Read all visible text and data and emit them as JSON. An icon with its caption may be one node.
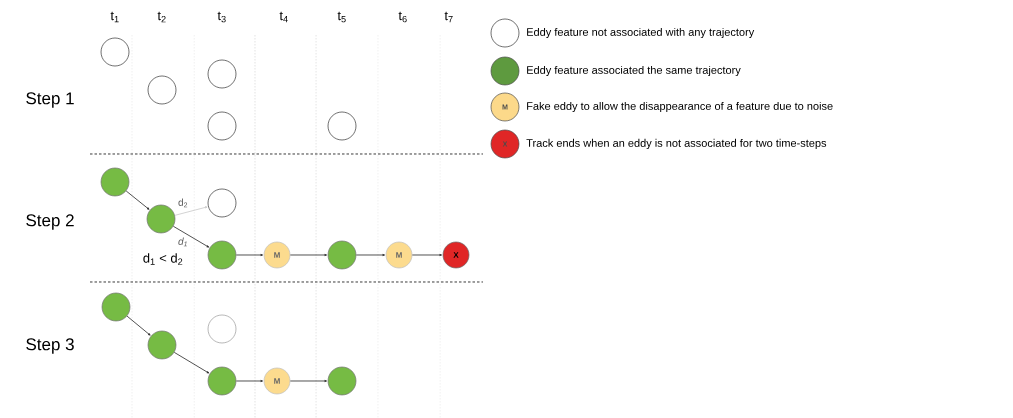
{
  "diagram": {
    "nodes": [
      {
        "text": [],
        "shape": "circle"
      },
      {
        "text": [],
        "shape": "circle"
      },
      {
        "text": [],
        "shape": "circle"
      },
      {
        "text": [],
        "shape": "circle"
      },
      {
        "text": [],
        "shape": "circle"
      },
      {
        "text": [],
        "shape": "circle"
      },
      {
        "text": [],
        "shape": "circle"
      },
      {
        "text": [],
        "shape": "circle"
      },
      {
        "text": [],
        "shape": "circle"
      },
      {
        "text": [
          "M"
        ]
      },
      {
        "text": [],
        "shape": "circle"
      },
      {
        "text": [
          "M"
        ]
      },
      {
        "text": [
          "X"
        ]
      },
      {
        "text": [],
        "shape": "circle"
      },
      {
        "text": [],
        "shape": "circle"
      },
      {
        "text": [],
        "shape": "circle"
      },
      {
        "text": [],
        "shape": "circle"
      },
      {
        "text": [
          "M"
        ]
      },
      {
        "text": [],
        "shape": "circle"
      }
    ],
    "edges": [
      {
        "from": 5,
        "to": 6,
        "arrow": "to"
      },
      {
        "from": 6,
        "to": 7,
        "arrow": "to",
        "label": "d$_{2}$",
        "color": "#c8c8c8"
      },
      {
        "from": 6,
        "to": 8,
        "arrow": "to",
        "label": "*d$_{1}$*"
      },
      {
        "from": 8,
        "to": 9,
        "arrow": "to"
      },
      {
        "from": 9,
        "to": 10,
        "arrow": "to"
      },
      {
        "from": 10,
        "to": 11,
        "arrow": "to"
      },
      {
        "from": 11,
        "to": 12,
        "arrow": "to"
      },
      {
        "from": 13,
        "to": 14,
        "arrow": "to"
      },
      {
        "from": 14,
        "to": 16,
        "arrow": "to"
      },
      {
        "from": 16,
        "to": 17,
        "arrow": "to"
      },
      {
        "from": 17,
        "to": 18,
        "arrow": "to"
      }
    ],
    "labels": [
      "t$_{1}$",
      "t$_{2}$",
      "t$_{3}$",
      "t$_{4}$",
      "t$_{5}$",
      "t$_{6}$",
      "t$_{7}$",
      "Step 1",
      "Step 2",
      "Step 3",
      "d$_{1}$ < d$_{2}$",
      "M",
      "X"
    ],
    "legend": [
      {
        "text": "Eddy feature not associated with any trajectory"
      },
      {
        "text": "Eddy feature associated the same trajectory",
        "color": "#5e9a3f"
      },
      {
        "text": "Fake eddy to allow the disappearance of a feature due to noise",
        "color": "#fcd98a"
      },
      {
        "text": "Track ends when an eddy is not associated for two time-steps",
        "color": "#e02626"
      }
    ]
  }
}
